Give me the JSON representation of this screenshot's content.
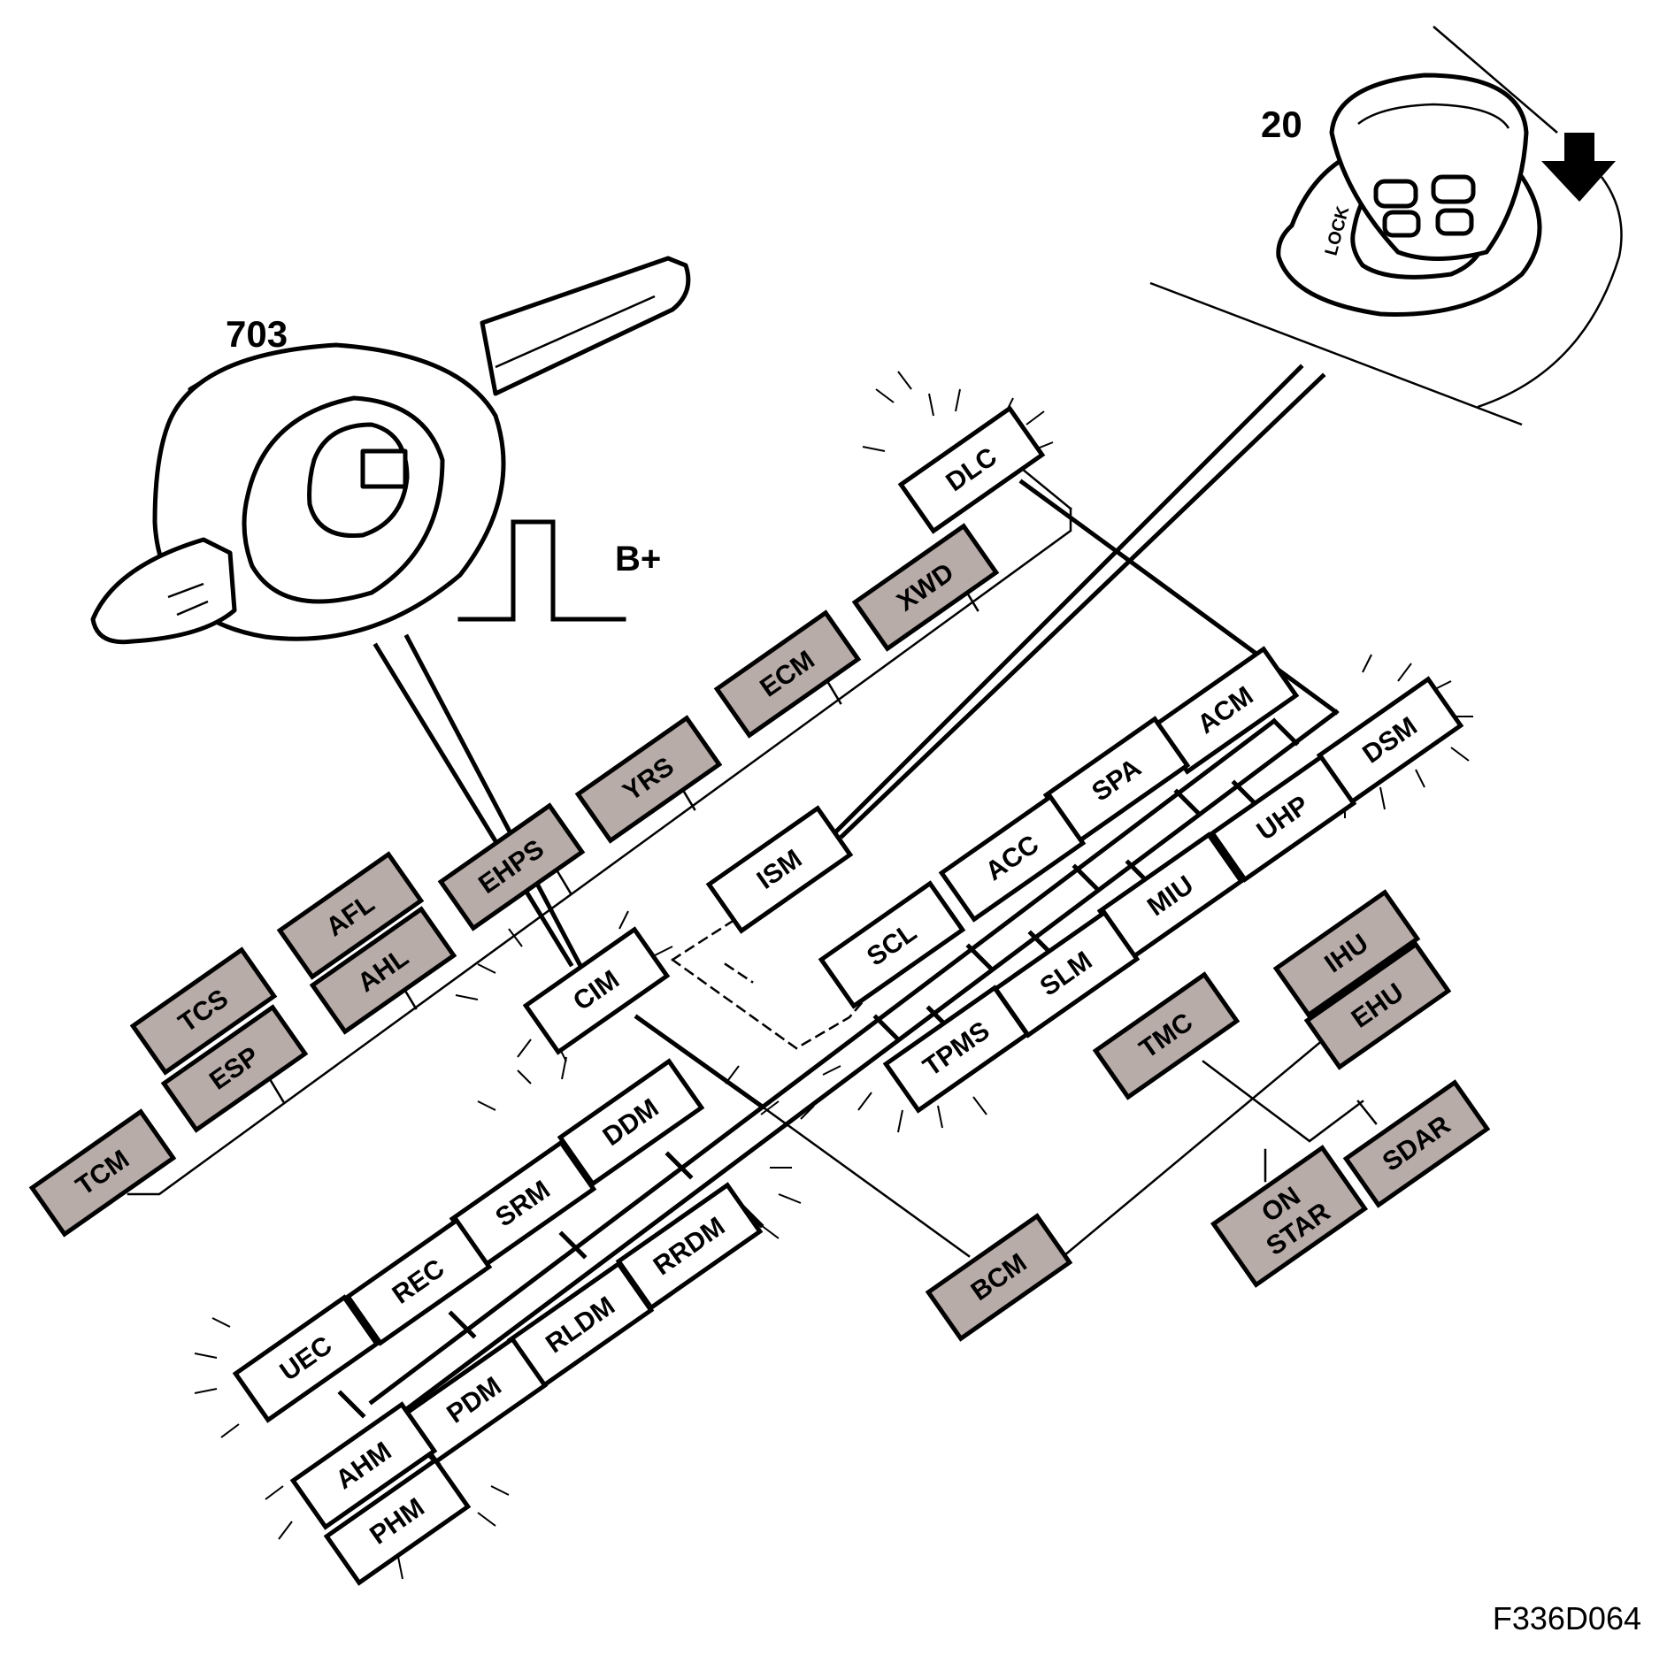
{
  "figure_id": "F336D064",
  "callouts": {
    "stalk_number": "703",
    "key_number": "20",
    "signal_label": "B+",
    "lock_text": "LOCK"
  },
  "modules_white": [
    "DLC",
    "ISM",
    "CIM",
    "ACM",
    "SPA",
    "ACC",
    "SCL",
    "DSM",
    "UHP",
    "MIU",
    "SLM",
    "TPMS",
    "DDM",
    "SRM",
    "REC",
    "UEC",
    "RRDM",
    "RLDM",
    "PDM",
    "AHM",
    "PHM"
  ],
  "modules_gray": [
    "XWD",
    "ECM",
    "YRS",
    "EHPS",
    "AFL",
    "AHL",
    "TCS",
    "ESP",
    "TCM",
    "IHU",
    "EHU",
    "TMC",
    "SDAR",
    "BCM"
  ],
  "onstar_label": [
    "ON",
    "STAR"
  ],
  "gray_fill": "#b8aca8"
}
